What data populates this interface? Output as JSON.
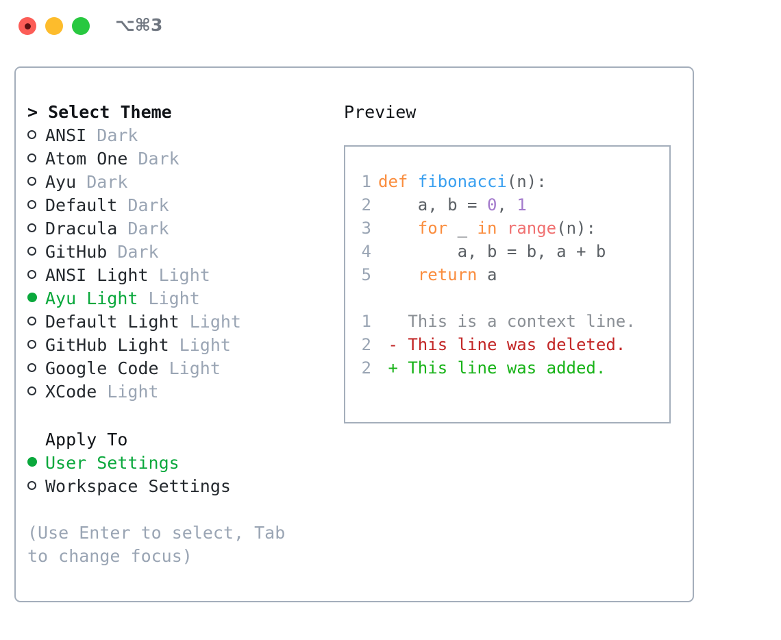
{
  "titlebar": {
    "lights": [
      {
        "name": "close",
        "color": "#fc5d57"
      },
      {
        "name": "minimize",
        "color": "#fdbc2c"
      },
      {
        "name": "maximize",
        "color": "#28c840"
      }
    ],
    "shortcut": "⌥⌘3"
  },
  "theme_picker": {
    "header": "> Select Theme",
    "options": [
      {
        "marker": "○",
        "name": "ANSI",
        "variant": "Dark",
        "selected": false
      },
      {
        "marker": "○",
        "name": "Atom One",
        "variant": "Dark",
        "selected": false
      },
      {
        "marker": "○",
        "name": "Ayu",
        "variant": "Dark",
        "selected": false
      },
      {
        "marker": "○",
        "name": "Default",
        "variant": "Dark",
        "selected": false
      },
      {
        "marker": "○",
        "name": "Dracula",
        "variant": "Dark",
        "selected": false
      },
      {
        "marker": "○",
        "name": "GitHub",
        "variant": "Dark",
        "selected": false
      },
      {
        "marker": "○",
        "name": "ANSI Light",
        "variant": "Light",
        "selected": false
      },
      {
        "marker": "●",
        "name": "Ayu Light",
        "variant": "Light",
        "selected": true
      },
      {
        "marker": "○",
        "name": "Default Light",
        "variant": "Light",
        "selected": false
      },
      {
        "marker": "○",
        "name": "GitHub Light",
        "variant": "Light",
        "selected": false
      },
      {
        "marker": "○",
        "name": "Google Code",
        "variant": "Light",
        "selected": false
      },
      {
        "marker": "○",
        "name": "XCode",
        "variant": "Light",
        "selected": false
      }
    ]
  },
  "apply_to": {
    "label": "Apply To",
    "options": [
      {
        "marker": "●",
        "name": "User Settings",
        "selected": true
      },
      {
        "marker": "○",
        "name": "Workspace Settings",
        "selected": false
      }
    ]
  },
  "hint": "(Use Enter to select, Tab to change focus)",
  "preview": {
    "title": "Preview",
    "code_lines": [
      {
        "num": "1",
        "tokens": [
          {
            "t": "def",
            "c": "kw"
          },
          {
            "t": " ",
            "c": "pun"
          },
          {
            "t": "fibonacci",
            "c": "fn"
          },
          {
            "t": "(n):",
            "c": "pun"
          }
        ]
      },
      {
        "num": "2",
        "tokens": [
          {
            "t": "    a, b = ",
            "c": "id"
          },
          {
            "t": "0",
            "c": "num"
          },
          {
            "t": ", ",
            "c": "id"
          },
          {
            "t": "1",
            "c": "num"
          }
        ]
      },
      {
        "num": "3",
        "tokens": [
          {
            "t": "    ",
            "c": "id"
          },
          {
            "t": "for",
            "c": "kw"
          },
          {
            "t": " _ ",
            "c": "id"
          },
          {
            "t": "in",
            "c": "kw"
          },
          {
            "t": " ",
            "c": "id"
          },
          {
            "t": "range",
            "c": "bi"
          },
          {
            "t": "(n):",
            "c": "pun"
          }
        ]
      },
      {
        "num": "4",
        "tokens": [
          {
            "t": "        a, b = b, a + b",
            "c": "id"
          }
        ]
      },
      {
        "num": "5",
        "tokens": [
          {
            "t": "    ",
            "c": "id"
          },
          {
            "t": "return",
            "c": "kw"
          },
          {
            "t": " a",
            "c": "id"
          }
        ]
      }
    ],
    "diff_lines": [
      {
        "num": "1",
        "prefix": "  ",
        "text": "This is a context line.",
        "kind": "ctx"
      },
      {
        "num": "2",
        "prefix": "- ",
        "text": "This line was deleted.",
        "kind": "del"
      },
      {
        "num": "2",
        "prefix": "+ ",
        "text": "This line was added.",
        "kind": "add"
      }
    ]
  },
  "colors": {
    "selected_green": "#0aa83c",
    "muted_gray": "#9aa5b4",
    "border": "#a4aebb",
    "keyword_orange": "#fa8d3e",
    "function_blue": "#3aa0f0",
    "builtin_red": "#f07171",
    "number_purple": "#a37acc",
    "diff_deleted": "#c22626",
    "diff_added": "#18b318"
  }
}
